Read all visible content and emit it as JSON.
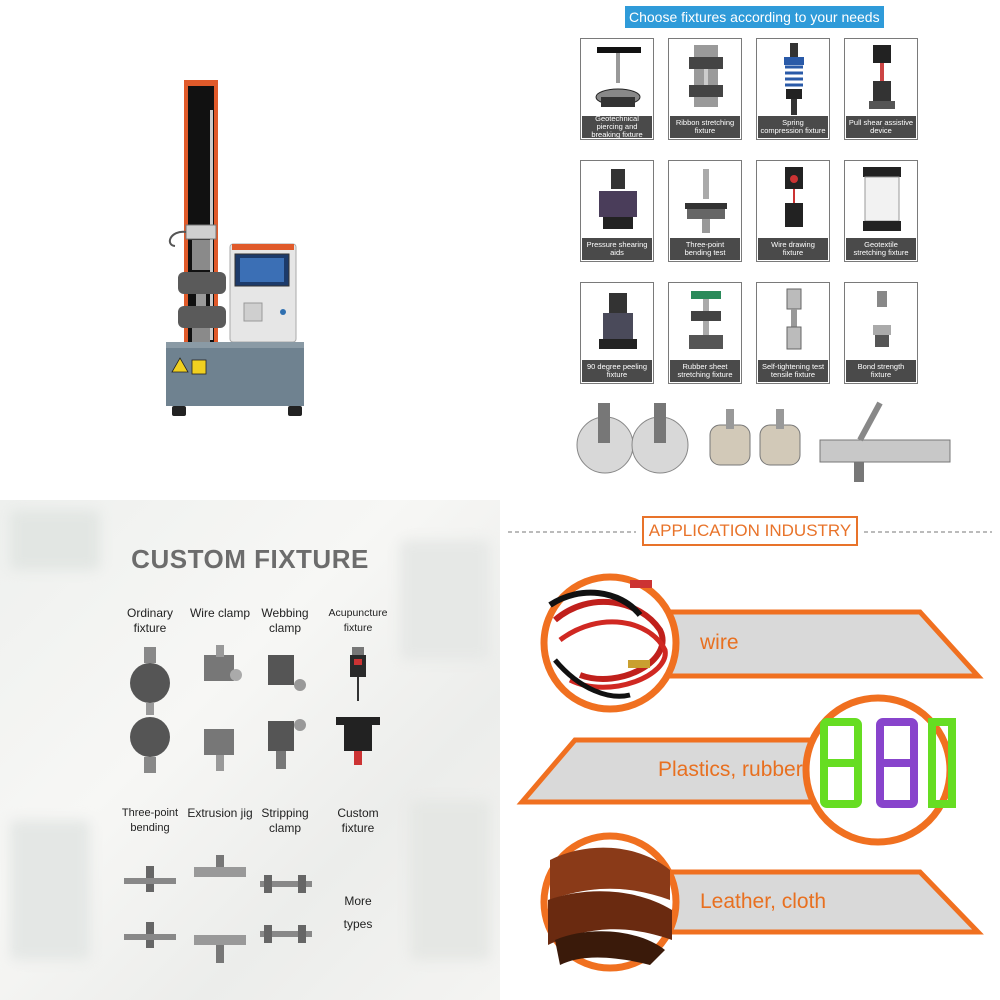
{
  "fixtures_panel": {
    "title": "Choose fixtures according to your needs",
    "items": [
      "Geotechnical piercing and breaking fixture",
      "Ribbon stretching fixture",
      "Spring compression fixture",
      "Pull shear assistive device",
      "Pressure shearing aids",
      "Three-point bending test",
      "Wire drawing fixture",
      "Geotextile stretching fixture",
      "90 degree peeling fixture",
      "Rubber sheet stretching fixture",
      "Self-tightening test tensile fixture",
      "Bond strength fixture"
    ]
  },
  "custom_fixture": {
    "title": "CUSTOM FIXTURE",
    "row1": [
      "Ordinary fixture",
      "Wire clamp",
      "Webbing clamp",
      "Acupuncture fixture"
    ],
    "row2": [
      "Three-point bending",
      "Extrusion jig",
      "Stripping clamp",
      "Custom fixture"
    ],
    "more_line1": "More",
    "more_line2": "types"
  },
  "application": {
    "title": "APPLICATION INDUSTRY",
    "industries": [
      "wire",
      "Plastics, rubber",
      "Leather, cloth"
    ]
  },
  "colors": {
    "accent_orange": "#e8732a",
    "title_blue": "#2f9bd9",
    "caption_bg": "#4a4a4a",
    "machine_orange": "#e05a2a"
  }
}
